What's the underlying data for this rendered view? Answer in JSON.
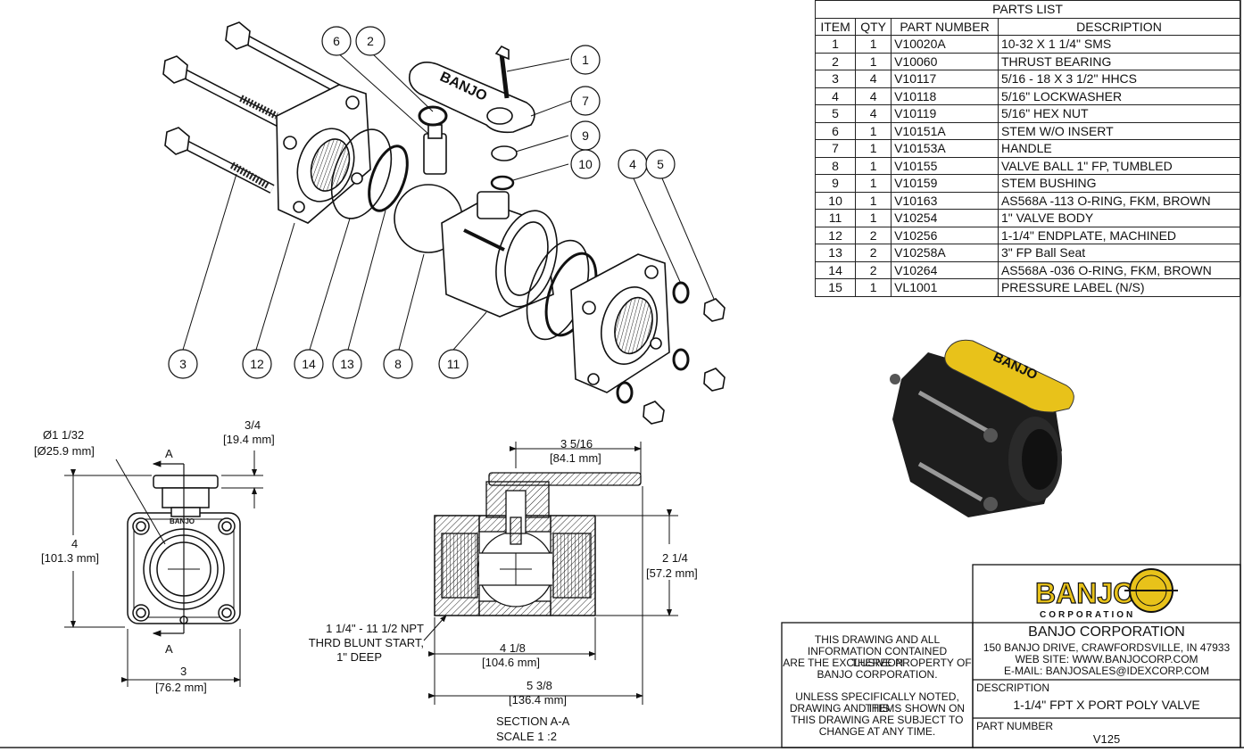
{
  "parts_list": {
    "title": "PARTS LIST",
    "headers": [
      "ITEM",
      "QTY",
      "PART NUMBER",
      "DESCRIPTION"
    ],
    "rows": [
      [
        "1",
        "1",
        "V10020A",
        "10-32 X 1 1/4\" SMS"
      ],
      [
        "2",
        "1",
        "V10060",
        "THRUST BEARING"
      ],
      [
        "3",
        "4",
        "V10117",
        "5/16 - 18 X 3 1/2\" HHCS"
      ],
      [
        "4",
        "4",
        "V10118",
        "5/16\" LOCKWASHER"
      ],
      [
        "5",
        "4",
        "V10119",
        "5/16\" HEX NUT"
      ],
      [
        "6",
        "1",
        "V10151A",
        "STEM W/O INSERT"
      ],
      [
        "7",
        "1",
        "V10153A",
        "HANDLE"
      ],
      [
        "8",
        "1",
        "V10155",
        "VALVE BALL 1\" FP, TUMBLED"
      ],
      [
        "9",
        "1",
        "V10159",
        "STEM BUSHING"
      ],
      [
        "10",
        "1",
        "V10163",
        "AS568A -113 O-RING, FKM, BROWN"
      ],
      [
        "11",
        "1",
        "V10254",
        "1\" VALVE BODY"
      ],
      [
        "12",
        "2",
        "V10256",
        "1-1/4\" ENDPLATE, MACHINED"
      ],
      [
        "13",
        "2",
        "V10258A",
        "3\" FP Ball Seat"
      ],
      [
        "14",
        "2",
        "V10264",
        "AS568A -036 O-RING, FKM, BROWN"
      ],
      [
        "15",
        "1",
        "VL1001",
        "PRESSURE LABEL (N/S)"
      ]
    ]
  },
  "balloons": [
    "1",
    "2",
    "3",
    "4",
    "5",
    "6",
    "7",
    "8",
    "9",
    "10",
    "11",
    "12",
    "13",
    "14"
  ],
  "handle_text": "BANJO",
  "dims": {
    "dia_a": "Ø1 1/32",
    "dia_b": "[Ø25.9 mm]",
    "top_a": "3/4",
    "top_b": "[19.4 mm]",
    "ht_a": "4",
    "ht_b": "[101.3 mm]",
    "wd_a": "3",
    "wd_b": "[76.2 mm]",
    "sec_a": "A",
    "len1_a": "3 5/16",
    "len1_b": "[84.1 mm]",
    "dia2_a": "2 1/4",
    "dia2_b": "[57.2 mm]",
    "thread_1": "1 1/4\" - 11 1/2 NPT",
    "thread_2": "THRD BLUNT START,",
    "thread_3": "1\" DEEP",
    "len2_a": "4 1/8",
    "len2_b": "[104.6 mm]",
    "len3_a": "5 3/8",
    "len3_b": "[136.4 mm]",
    "section_title": "SECTION A-A",
    "section_scale": "SCALE 1 :2"
  },
  "title_block": {
    "notice_1": "THIS DRAWING AND ALL",
    "notice_2": "INFORMATION CONTAINED THEREON",
    "notice_3": "ARE THE EXCLUSIVE PROPERTY OF",
    "notice_4": "BANJO CORPORATION.",
    "notice_5": "UNLESS SPECIFICALLY NOTED, THIS",
    "notice_6": "DRAWING AND ITEMS SHOWN ON",
    "notice_7": "THIS DRAWING ARE SUBJECT TO",
    "notice_8": "CHANGE AT ANY TIME.",
    "logo_text": "BANJO",
    "logo_sub": "CORPORATION",
    "company": "BANJO CORPORATION",
    "address": "150 BANJO DRIVE, CRAWFORDSVILLE, IN 47933",
    "website": "WEB SITE: WWW.BANJOCORP.COM",
    "email": "E-MAIL: BANJOSALES@IDEXCORP.COM",
    "desc_label": "DESCRIPTION",
    "desc_value": "1-1/4\" FPT X PORT POLY VALVE",
    "pn_label": "PART NUMBER",
    "pn_value": "V125"
  },
  "colors": {
    "handle_yellow": "#e8c21a",
    "body_black": "#1d1d1d"
  }
}
